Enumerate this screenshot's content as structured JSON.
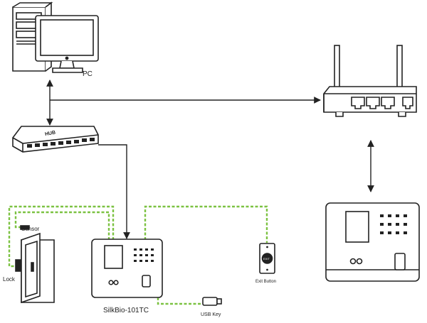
{
  "labels": {
    "pc": "PC",
    "hub": "HUB",
    "sensor": "Sensor",
    "lock": "Lock",
    "device": "SilkBio-101TC",
    "exit_button": "Exit Button",
    "exit_sign": "EXIT",
    "usb_key": "USB Key"
  },
  "colors": {
    "line": "#222222",
    "dashed_wire": "#7cc242",
    "background": "#ffffff"
  },
  "connections": [
    {
      "from": "pc",
      "to": "router",
      "style": "arrow"
    },
    {
      "from": "pc",
      "to": "hub",
      "style": "double-arrow"
    },
    {
      "from": "hub",
      "to": "device",
      "style": "arrow"
    },
    {
      "from": "router",
      "to": "device-large",
      "style": "double-arrow"
    },
    {
      "from": "device",
      "to": "lock",
      "style": "dashed-green"
    },
    {
      "from": "device",
      "to": "sensor",
      "style": "dashed-green"
    },
    {
      "from": "device",
      "to": "exit-button",
      "style": "dashed-green"
    },
    {
      "from": "device",
      "to": "usb-key",
      "style": "dashed-green"
    }
  ]
}
